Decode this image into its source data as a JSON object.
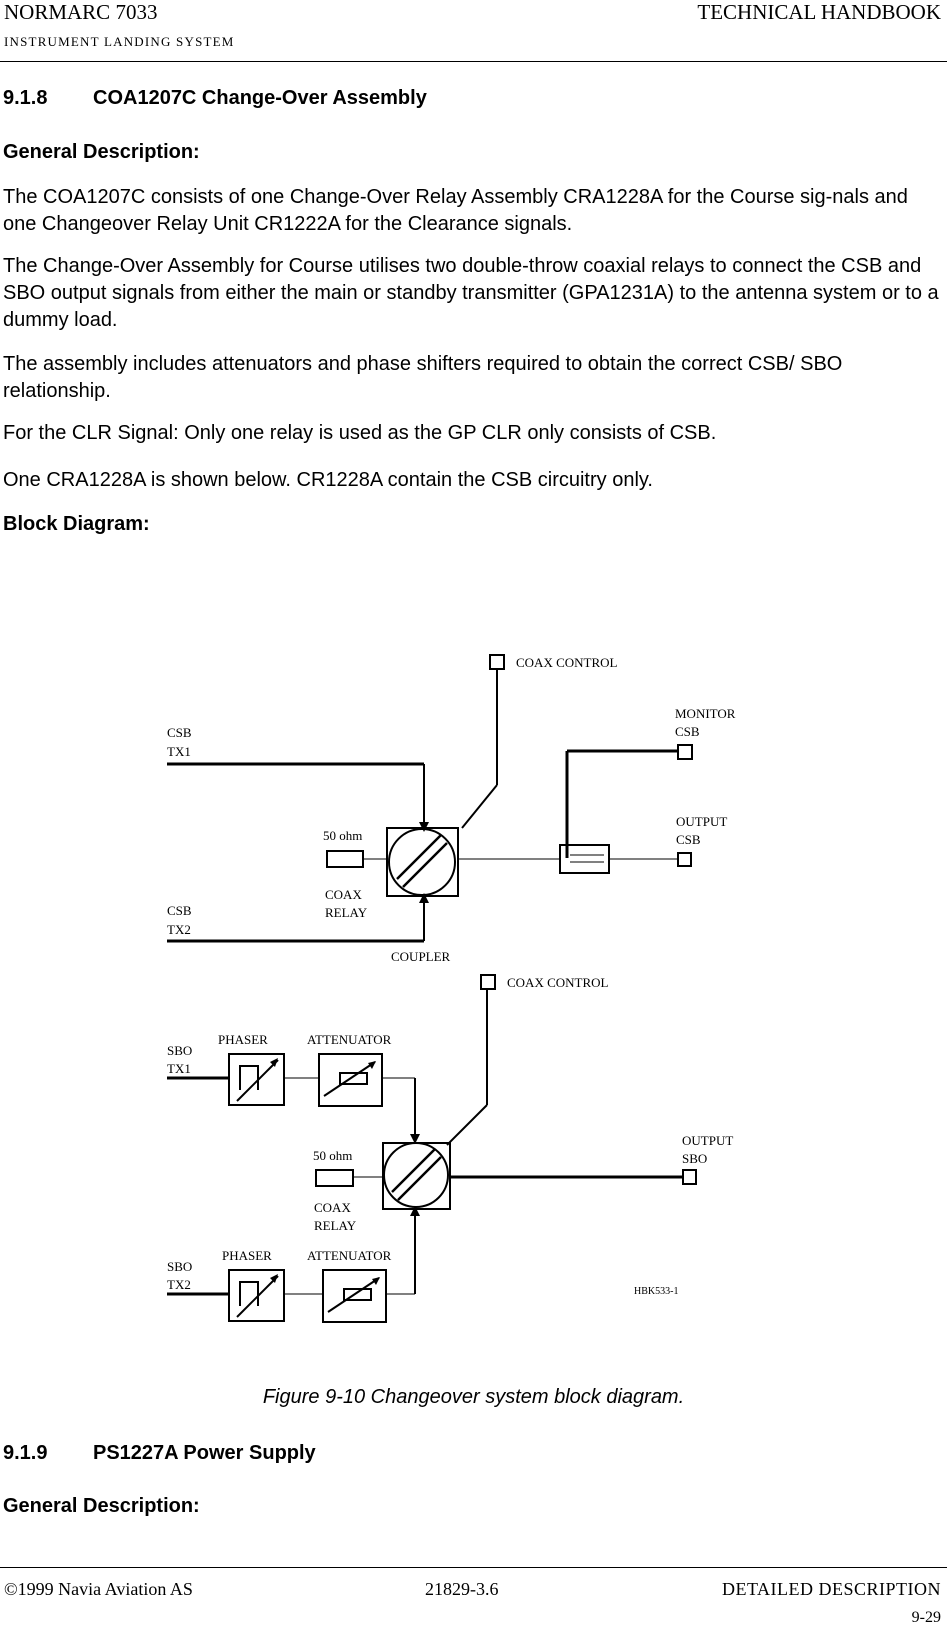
{
  "header": {
    "product": "NORMARC 7033",
    "subtitle": "INSTRUMENT LANDING SYSTEM",
    "doc_type": "TECHNICAL HANDBOOK"
  },
  "section_918": {
    "number": "9.1.8",
    "title": "COA1207C Change-Over Assembly",
    "general_heading": "General Description:",
    "paragraphs": [
      "The COA1207C consists of one Change-Over Relay Assembly CRA1228A for the Course sig-nals and one Changeover Relay Unit CR1222A for the Clearance signals.",
      "The Change-Over Assembly for Course utilises two double-throw coaxial relays to connect the CSB and SBO output signals from either the main or standby transmitter (GPA1231A) to the antenna system or to a dummy load.",
      "The assembly includes attenuators and phase shifters required to obtain the correct CSB/ SBO relationship.",
      "For the CLR Signal: Only one relay is used as the GP CLR only consists of CSB.",
      "One CRA1228A is shown below. CR1228A contain the CSB circuitry only."
    ],
    "block_heading": "Block Diagram:"
  },
  "diagram": {
    "csb": {
      "coax_control": "COAX CONTROL",
      "monitor_line1": "MONITOR",
      "monitor_line2": "CSB",
      "tx1_line1": "CSB",
      "tx1_line2": "TX1",
      "tx2_line1": "CSB",
      "tx2_line2": "TX2",
      "load": "50 ohm",
      "relay_line1": "COAX",
      "relay_line2": "RELAY",
      "output_line1": "OUTPUT",
      "output_line2": "CSB",
      "coupler": "COUPLER"
    },
    "sbo": {
      "coax_control": "COAX CONTROL",
      "phaser_top": "PHASER",
      "attenuator_top": "ATTENUATOR",
      "tx1_line1": "SBO",
      "tx1_line2": "TX1",
      "load": "50 ohm",
      "relay_line1": "COAX",
      "relay_line2": "RELAY",
      "output_line1": "OUTPUT",
      "output_line2": "SBO",
      "phaser_bottom": "PHASER",
      "attenuator_bottom": "ATTENUATOR",
      "tx2_line1": "SBO",
      "tx2_line2": "TX2"
    },
    "ref": "HBK533-1"
  },
  "caption": "Figure 9-10 Changeover system block diagram.",
  "section_919": {
    "number": "9.1.9",
    "title": "PS1227A Power Supply",
    "general_heading": "General Description:"
  },
  "footer": {
    "copyright": "©1999 Navia Aviation AS",
    "doc_number": "21829-3.6",
    "chapter": "DETAILED DESCRIPTION",
    "page": "9-29"
  }
}
